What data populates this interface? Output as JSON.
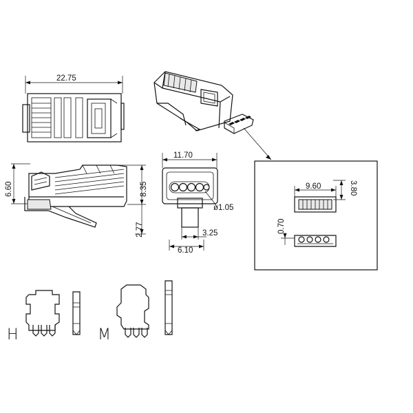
{
  "dimensions": {
    "top_length": "22.75",
    "side_height_left": "6.60",
    "side_height_right": "8.35",
    "side_bottom": "2.77",
    "front_width": "11.70",
    "front_hole_dia": "ø1.05",
    "front_tab_width": "3.25",
    "front_bottom_width": "6.10",
    "insert_width": "9.60",
    "insert_height": "3.80",
    "insert_small": "0.70"
  },
  "labels": {
    "blade_h": "H",
    "blade_m": "M"
  },
  "colors": {
    "line": "#111111",
    "background": "#ffffff"
  }
}
